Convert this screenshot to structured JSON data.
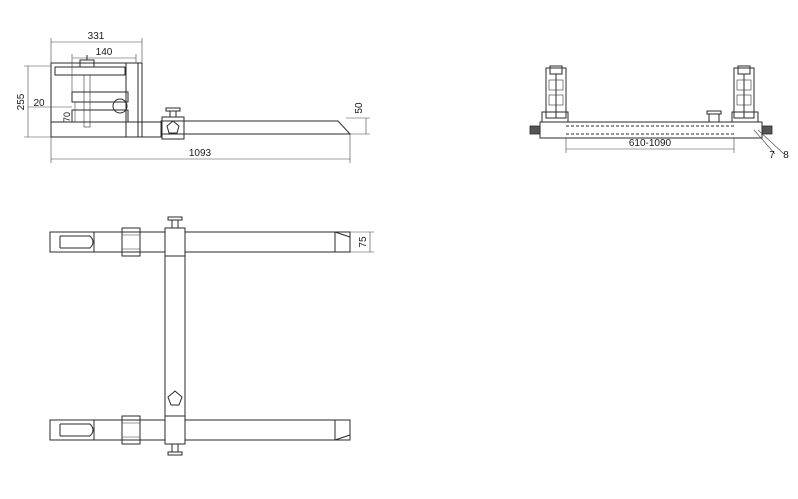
{
  "dimensions": {
    "side_total_length": "331",
    "side_inner_length": "140",
    "side_height": "255",
    "side_offset": "20",
    "side_bracket_height": "70",
    "side_fork_height": "50",
    "side_overall_length": "1093",
    "front_width_range": "610-1090",
    "front_callout_a": "7",
    "front_callout_b": "8",
    "top_fork_width": "75"
  }
}
